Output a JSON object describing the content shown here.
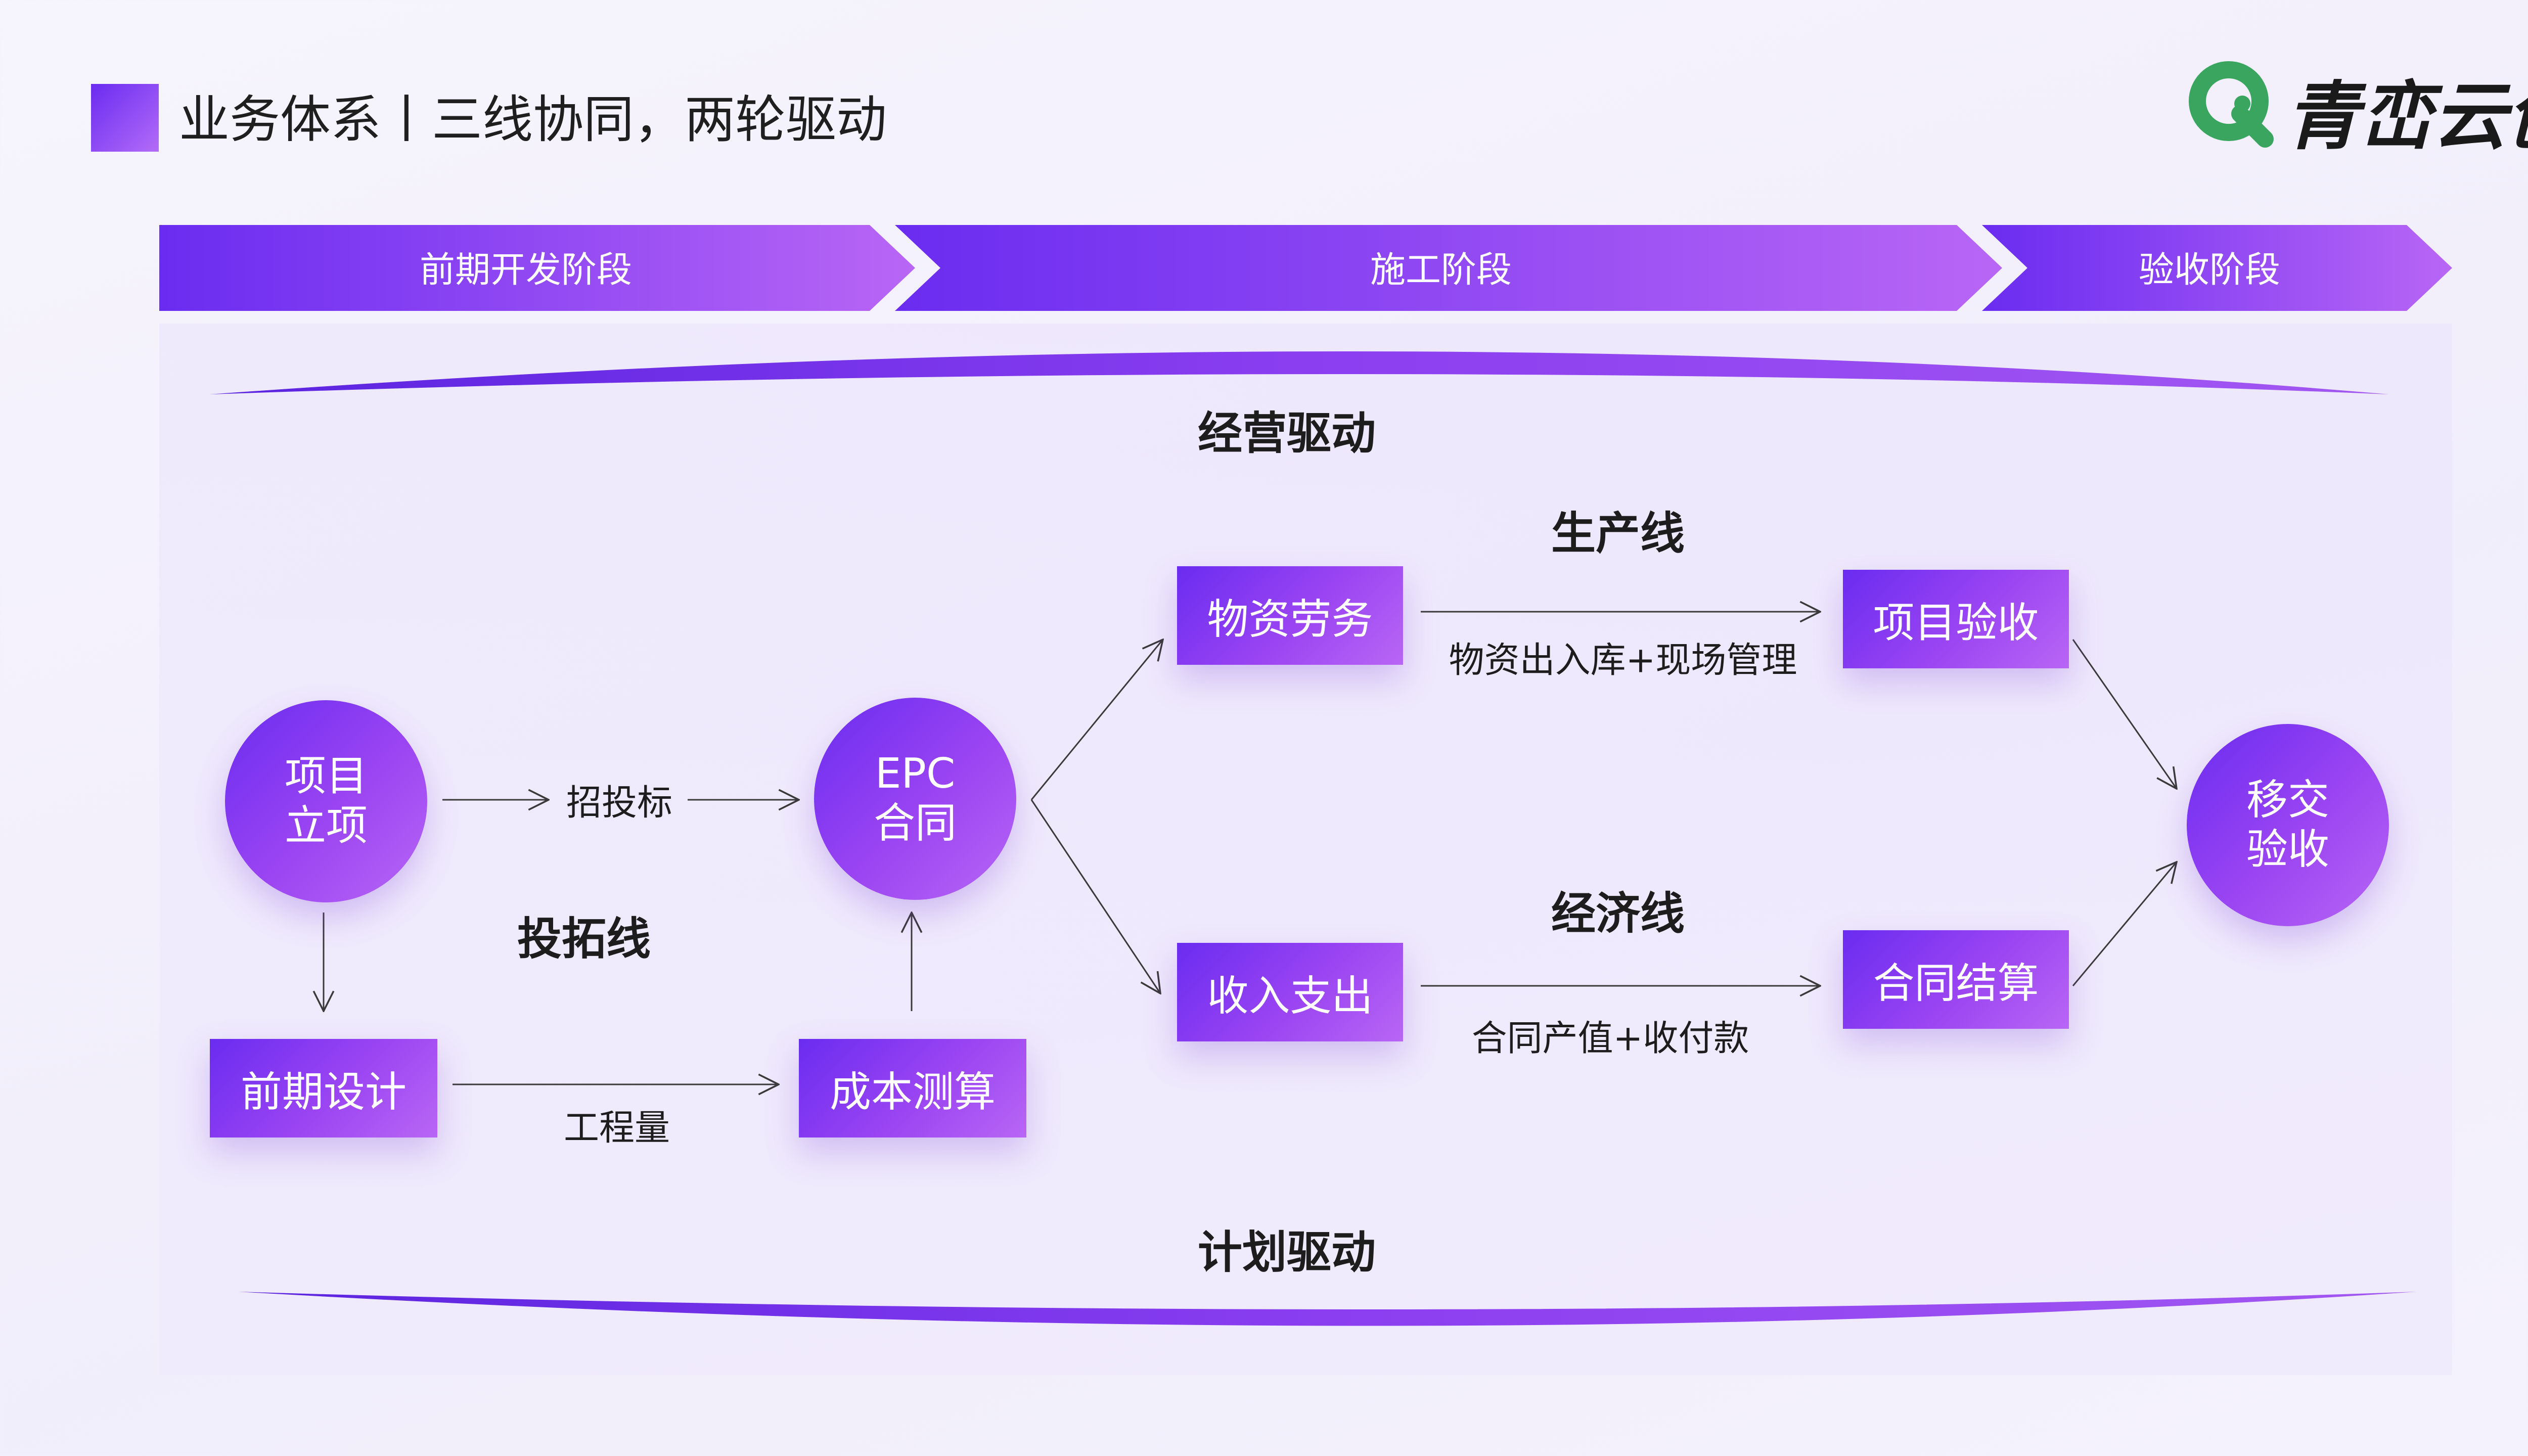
{
  "header": {
    "title": "业务体系丨三线协同，两轮驱动",
    "logo_text": "青峦云创",
    "logo_colors": {
      "primary": "#3aa55e",
      "text": "#1a1a1a"
    }
  },
  "stages": [
    {
      "label": "前期开发阶段"
    },
    {
      "label": "施工阶段"
    },
    {
      "label": "验收阶段"
    }
  ],
  "drivers": {
    "top": "经营驱动",
    "bottom": "计划驱动"
  },
  "lines": {
    "production": "生产线",
    "economic": "经济线",
    "expansion": "投拓线"
  },
  "nodes": {
    "project_approval": [
      "项目",
      "立项"
    ],
    "epc_contract": [
      "EPC",
      "合同"
    ],
    "handover": [
      "移交",
      "验收"
    ],
    "preliminary_design": "前期设计",
    "cost_estimation": "成本测算",
    "materials_labor": "物资劳务",
    "project_acceptance": "项目验收",
    "income_expense": "收入支出",
    "contract_settlement": "合同结算"
  },
  "edge_labels": {
    "bidding": "招投标",
    "quantities": "工程量",
    "materials_flow": "物资出入库+现场管理",
    "payments_flow": "合同产值+收付款"
  },
  "colors": {
    "accent_start": "#6a2cf0",
    "accent_end": "#b866f5",
    "logo_green": "#3aa55e"
  }
}
